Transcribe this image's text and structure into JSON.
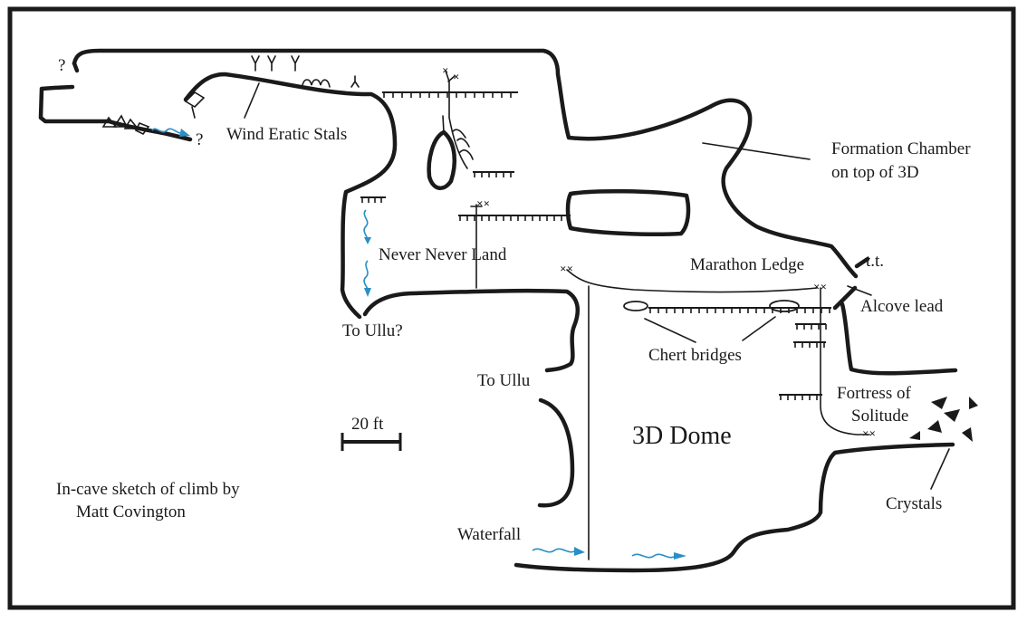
{
  "labels": {
    "question_top": "?",
    "question_right": "?",
    "wind_eratic_stals": "Wind Eratic Stals",
    "formation_chamber_l1": "Formation Chamber",
    "formation_chamber_l2": "on top of 3D",
    "never_never_land": "Never Never Land",
    "marathon_ledge": "Marathon Ledge",
    "tt": "t.t.",
    "alcove_lead": "Alcove lead",
    "to_ullu_q": "To Ullu?",
    "chert_bridges": "Chert bridges",
    "to_ullu": "To Ullu",
    "fortress_l1": "Fortress of",
    "fortress_l2": "Solitude",
    "scale": "20 ft",
    "dome": "3D Dome",
    "sketch_l1": "In-cave sketch of climb by",
    "sketch_l2": "Matt Covington",
    "crystals": "Crystals",
    "waterfall": "Waterfall"
  },
  "colors": {
    "ink": "#1a1a1a",
    "water": "#2a8fc4",
    "background": "#ffffff"
  },
  "icons": [
    "stalactite-icon",
    "rope-anchor-icon",
    "crystal-icon",
    "water-flow-icon",
    "breakdown-rock-icon"
  ]
}
